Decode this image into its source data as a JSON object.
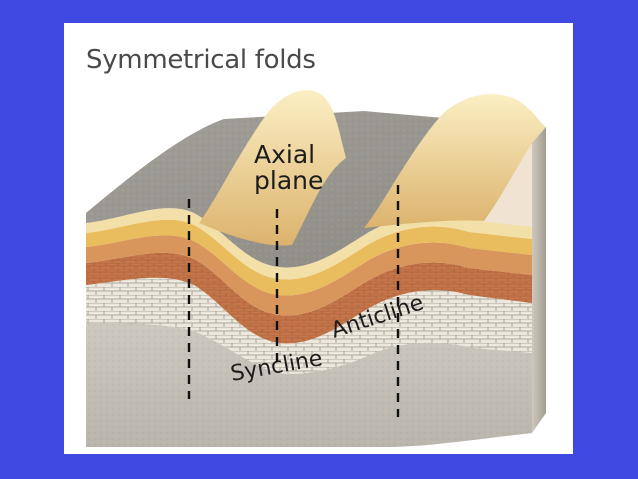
{
  "title": "Symmetrical folds",
  "labels": {
    "axial_plane_line1": "Axial",
    "axial_plane_line2": "plane",
    "syncline": "Syncline",
    "anticline": "Anticline"
  },
  "colors": {
    "frame_background": "#3f48e0",
    "slide_background": "#ffffff",
    "surface_sand": "#e8c885",
    "rock_gray": "#a8a49c",
    "layer_orange": "#d9965c",
    "layer_brick": "#c0734a",
    "layer_limestone": "#e9e4d8",
    "basement_gray": "#c9c5bd"
  }
}
